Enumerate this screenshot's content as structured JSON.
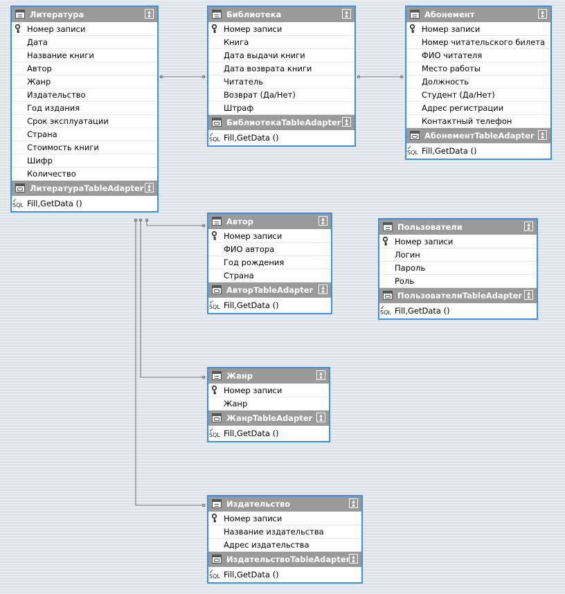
{
  "tables": [
    {
      "id": "literatura",
      "title": "Литература",
      "columns": [
        "Номер записи",
        "Дата",
        "Название книги",
        "Автор",
        "Жанр",
        "Издательство",
        "Год издания",
        "Срок эксплуатации",
        "Страна",
        "Стоимость книги",
        "Шифр",
        "Количество"
      ],
      "adapter": "ЛитератураTableAdapter",
      "method": "Fill,GetData ()"
    },
    {
      "id": "biblioteka",
      "title": "Библиотека",
      "columns": [
        "Номер записи",
        "Книга",
        "Дата выдачи книги",
        "Дата возврата книги",
        "Читатель",
        "Возврат (Да/Нет)",
        "Штраф"
      ],
      "adapter": "БиблиотекаTableAdapter",
      "method": "Fill,GetData ()"
    },
    {
      "id": "abonement",
      "title": "Абонемент",
      "columns": [
        "Номер записи",
        "Номер читательского билета",
        "ФИО читателя",
        "Место работы",
        "Должность",
        "Студент (Да/Нет)",
        "Адрес регистрации",
        "Контактный телефон"
      ],
      "adapter": "АбонементTableAdapter",
      "method": "Fill,GetData ()"
    },
    {
      "id": "avtor",
      "title": "Автор",
      "columns": [
        "Номер записи",
        "ФИО автора",
        "Год рождения",
        "Страна"
      ],
      "adapter": "АвторTableAdapter",
      "method": "Fill,GetData ()"
    },
    {
      "id": "polzovateli",
      "title": "Пользователи",
      "columns": [
        "Номер записи",
        "Логин",
        "Пароль",
        "Роль"
      ],
      "adapter": "ПользователиTableAdapter",
      "method": "Fill,GetData ()"
    },
    {
      "id": "zhanr",
      "title": "Жанр",
      "columns": [
        "Номер записи",
        "Жанр"
      ],
      "adapter": "ЖанрTableAdapter",
      "method": "Fill,GetData ()"
    },
    {
      "id": "izdatelstvo",
      "title": "Издательство",
      "columns": [
        "Номер записи",
        "Название издательства",
        "Адрес издательства"
      ],
      "adapter": "ИздательствоTableAdapter",
      "method": "Fill,GetData ()"
    }
  ],
  "relations": [
    {
      "from": "literatura",
      "to": "biblioteka"
    },
    {
      "from": "biblioteka",
      "to": "abonement"
    },
    {
      "from": "literatura",
      "to": "avtor"
    },
    {
      "from": "literatura",
      "to": "zhanr"
    },
    {
      "from": "literatura",
      "to": "izdatelstvo"
    }
  ],
  "colors": {
    "border": "#3d8fe0",
    "header": "#9a9a9a",
    "connector": "#6b6b6b"
  },
  "icons": {
    "table": "table-icon",
    "adapter": "table-adapter-icon",
    "key": "primary-key-icon",
    "collapse": "collapse-icon",
    "method": "sql-method-icon"
  }
}
